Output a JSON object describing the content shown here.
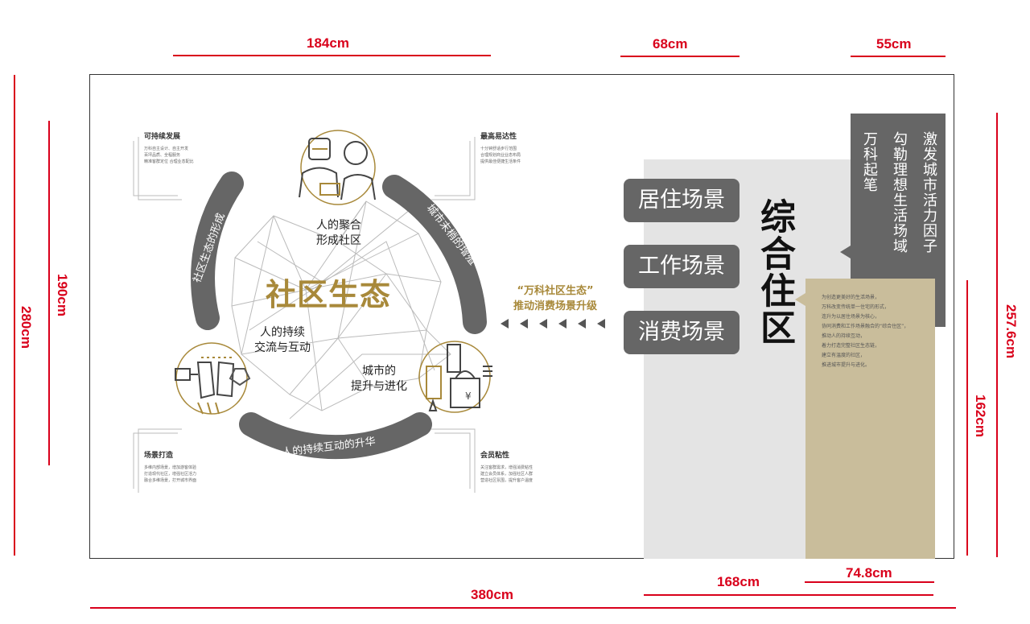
{
  "dimensions": {
    "top_left": "184cm",
    "top_mid": "68cm",
    "top_right": "55cm",
    "left_outer": "280cm",
    "left_inner": "190cm",
    "right_outer": "257.6cm",
    "right_inner": "162cm",
    "bottom_total": "380cm",
    "bottom_mid": "168cm",
    "bottom_right": "74.8cm"
  },
  "colors": {
    "gold": "#a8893a",
    "gray": "#666666",
    "tan": "#c9bd9b",
    "light_gray": "#e4e4e4",
    "red": "#d9001b"
  },
  "diagram": {
    "center_title": "社区生态",
    "arc_left": "社区生态的形成",
    "arc_right": "城市末梢的增殖",
    "arc_bottom": "人的持续互动的升华",
    "label_top": [
      "人的聚合",
      "形成社区"
    ],
    "label_left": [
      "人的持续",
      "交流与互动"
    ],
    "label_right": [
      "城市的",
      "提升与进化"
    ],
    "icons": {
      "top": "people-icon",
      "left": "faces-icon",
      "right": "city-shopping-icon"
    }
  },
  "notes": {
    "tl": {
      "title": "可持续发展",
      "lines": [
        "万科自主设计、自主开发",
        "百坪品质、全程服务",
        "精准客群定位 合理业态配比"
      ]
    },
    "tr": {
      "title": "最高易达性",
      "lines": [
        "十分钟舒适步行范围",
        "合理规划商业业态布局",
        "提供最佳便捷生活条件"
      ]
    },
    "bl": {
      "title": "场景打造",
      "lines": [
        "多维内部场景，增加游客体验",
        "打造现代社区，增强社区活力",
        "融合多维场景，打开城市界面"
      ]
    },
    "br": {
      "title": "会员粘性",
      "lines": [
        "关注客群需求，增强消费粘性",
        "建立会员体系，加强社区人群",
        "营造社区氛围，提升客户温度"
      ]
    }
  },
  "promo": {
    "line1": "“万科社区生态”",
    "line2": "推动消费场景升级"
  },
  "scenes": [
    "居住场景",
    "工作场景",
    "消费场景"
  ],
  "main_title": "综合住区",
  "slogan": {
    "col1": "万科起笔",
    "col2": "勾勒理想生活场域",
    "col3": "激发城市活力因子"
  },
  "tan_text": [
    "为创造更美好的生活场景，",
    "万科改变传统单一住宅的形式，",
    "连升为以居住场景为核心，",
    "协同消费和工作场景融合的“综合住区”，",
    "推动人的持续互动，",
    "着力打造完整社区生态链，",
    "建立有温度的社区，",
    "推进城市提升与进化。"
  ]
}
